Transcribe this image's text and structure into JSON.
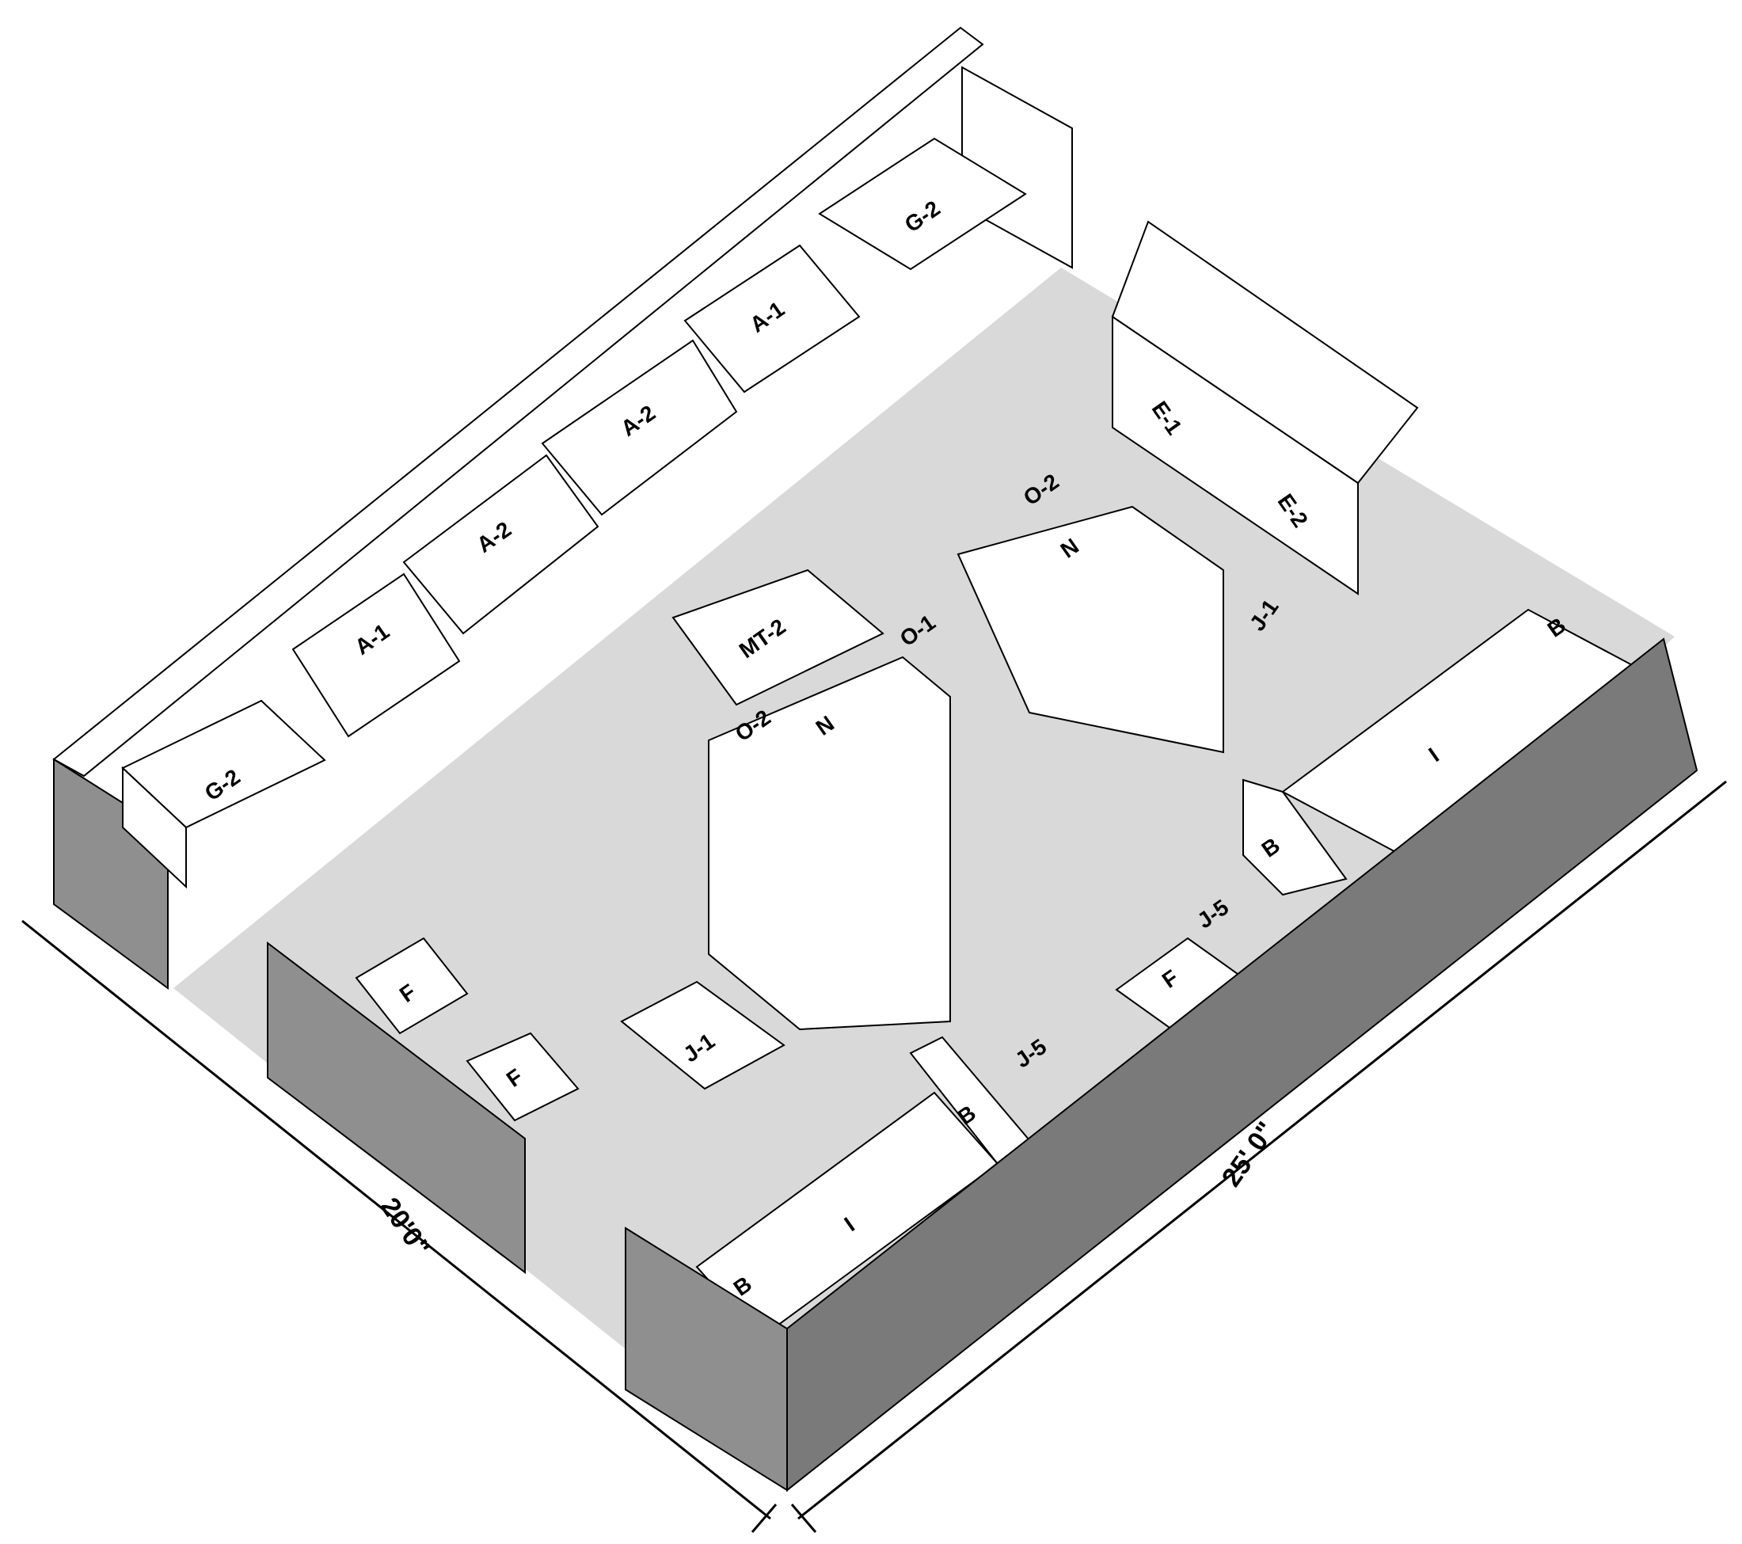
{
  "title": "Isometric store fixture layout",
  "labels": {
    "g2_back": "G-2",
    "a1_back": "A-1",
    "a2_back": "A-2",
    "a2_mid": "A-2",
    "a1_front": "A-1",
    "g2_left": "G-2",
    "e1": "E-1",
    "e2": "E-2",
    "o2_back": "O-2",
    "n_back": "N",
    "j1_right": "J-1",
    "mt2": "MT-2",
    "o1": "O-1",
    "o2_front": "O-2",
    "n_front": "N",
    "b_right_top": "B",
    "i_right": "I",
    "b_right_end": "B",
    "j5_right": "J-5",
    "f_right": "F",
    "j5_front": "J-5",
    "b_front_top": "B",
    "i_front": "I",
    "b_front_end": "B",
    "f_left_1": "F",
    "f_left_2": "F",
    "j1_front": "J-1"
  },
  "dimensions": {
    "width": "20'0\"",
    "length": "25' 0\""
  }
}
